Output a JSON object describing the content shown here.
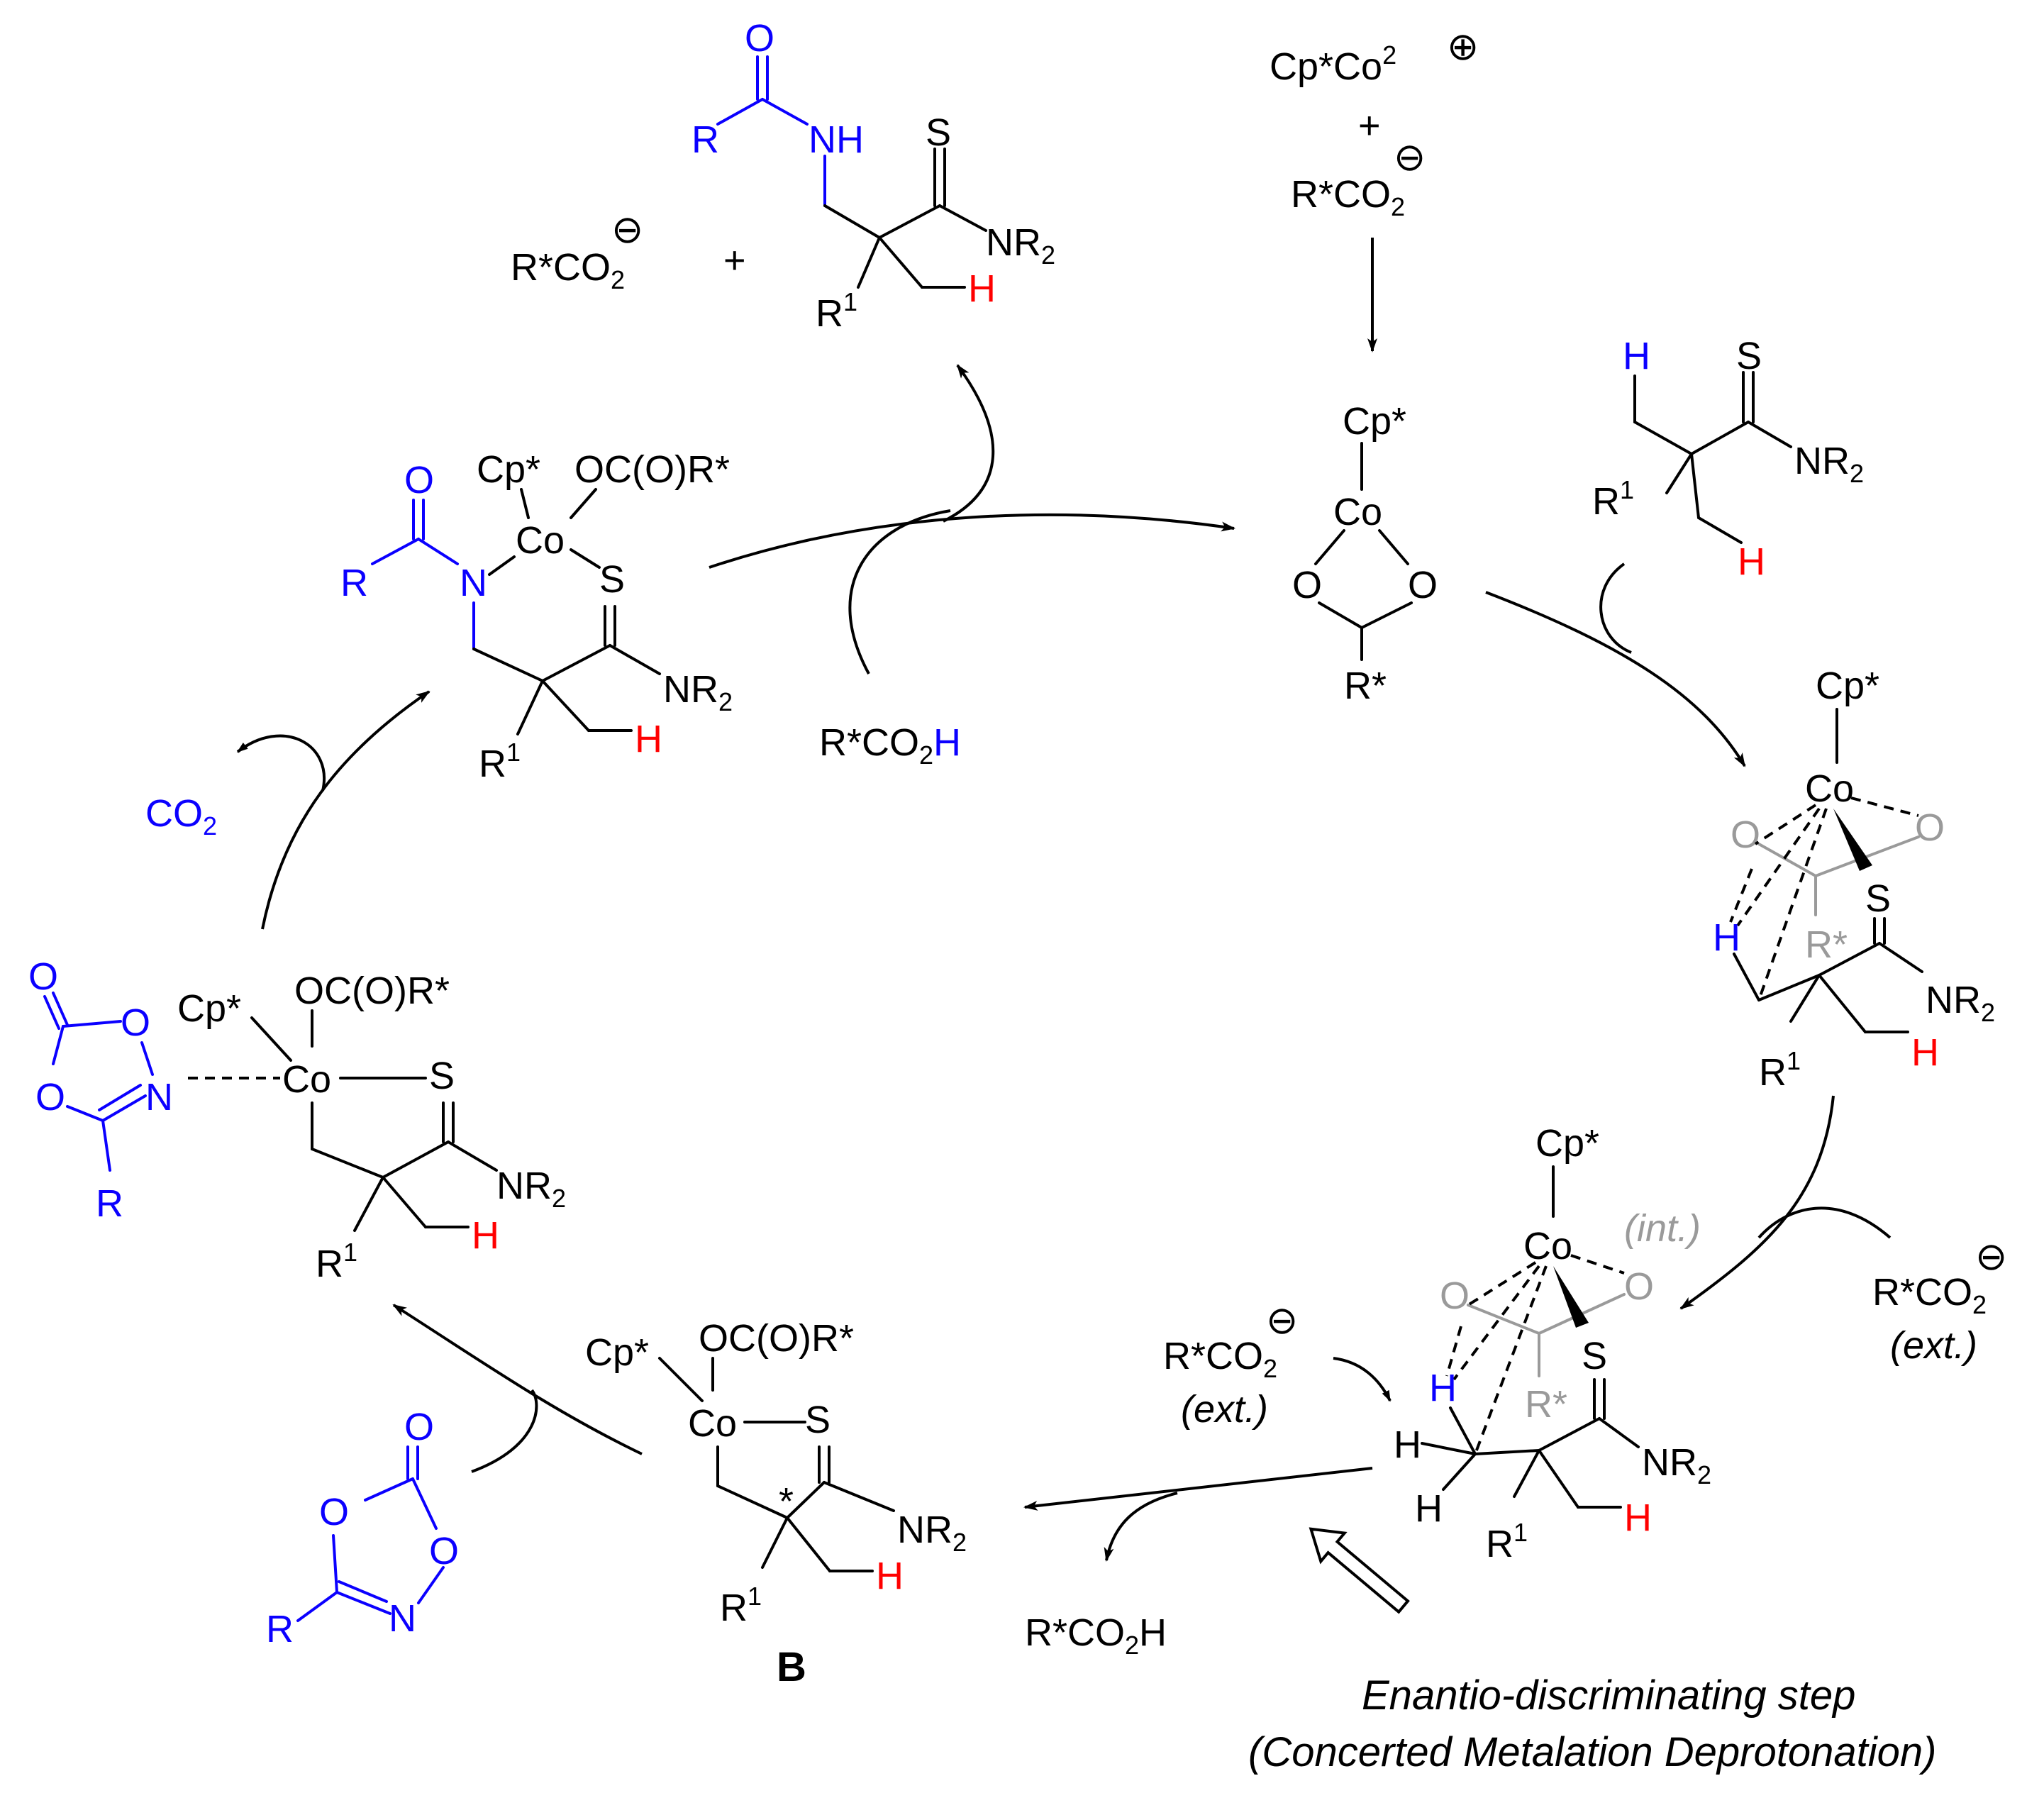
{
  "colors": {
    "blue": "#0b00ff",
    "red": "#ff0000",
    "gray": "#9a9a9a"
  },
  "labels": {
    "cp": "Cp*",
    "co": "Co",
    "s": "S",
    "o": "O",
    "n": "N",
    "nh": "NH",
    "r": "R",
    "r1": "R",
    "r1_sup": "1",
    "r_star": "R*",
    "nr2": "NR",
    "sub2": "2",
    "h": "H",
    "oc_o_r": "OC(O)R*",
    "plus": "+",
    "star": "*",
    "int": "(int.)",
    "ext": "(ext.)",
    "minus": "⊖",
    "plus_circle": "⊕"
  },
  "species": {
    "cp_co_2plus": "Cp*Co",
    "cp_co_sup": "2",
    "rco2_minus": "R*CO",
    "rco2h": "R*CO",
    "co2": "CO",
    "intermediate_b": "B"
  },
  "caption": {
    "line1": "Enantio-discriminating step",
    "line2": "(Concerted Metalation Deprotonation)"
  }
}
